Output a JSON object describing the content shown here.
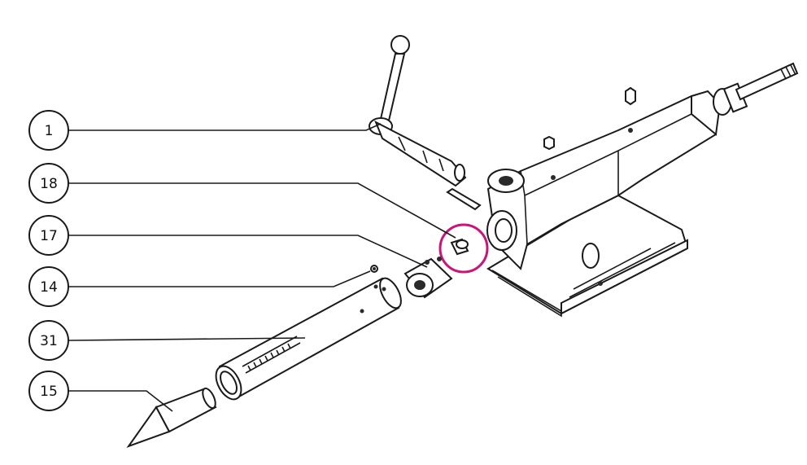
{
  "callouts": [
    {
      "label": "1"
    },
    {
      "label": "18"
    },
    {
      "label": "17"
    },
    {
      "label": "14"
    },
    {
      "label": "31"
    },
    {
      "label": "15"
    }
  ],
  "colors": {
    "ink": "#1a1a1a",
    "highlight_circle": "#c8157a",
    "background": "#ffffff"
  }
}
